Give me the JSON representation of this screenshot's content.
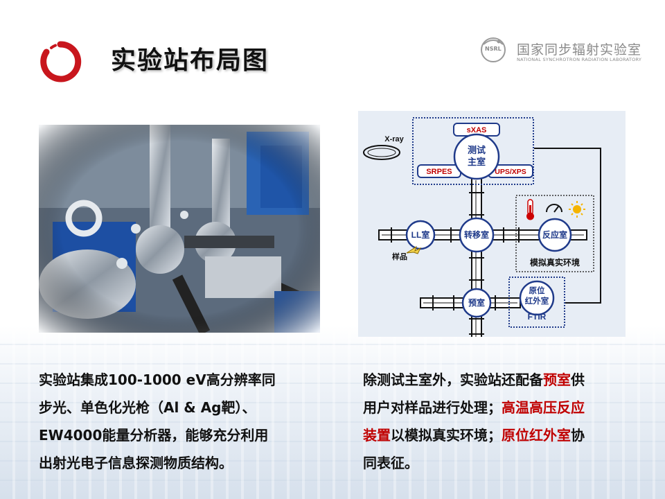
{
  "title": "实验站布局图",
  "lab": {
    "name_cn": "国家同步辐射实验室",
    "name_en": "NATIONAL SYNCHROTRON RADIATION LABORATORY",
    "abbr": "NSRL"
  },
  "diagram": {
    "xray": "X-ray",
    "main_chamber": "测试\n主室",
    "sxas": "sXAS",
    "srpes": "SRPES",
    "ups_xps": "UPS/XPS",
    "ll_chamber": "LL室",
    "sample": "样品",
    "transfer_chamber": "转移室",
    "reaction_chamber": "反应室",
    "simulated_env": "模拟真实环境",
    "pre_chamber": "预室",
    "in_situ_ir": "原位\n红外室",
    "ftir": "FTIR"
  },
  "left_text": [
    "实验站集成100-1000 eV高分辨率同",
    "步光、单色化光枪（Al & Ag靶）、",
    "EW4000能量分析器，能够充分利用",
    "出射光电子信息探测物质结构。"
  ],
  "right_text": {
    "l1a": "除测试主室外，实验站还配备",
    "l1b": "预室",
    "l1c": "供",
    "l2a": "用户对样品进行处理；",
    "l2b": "高温高压反应",
    "l3a": "装置",
    "l3b": "以模拟真实环境；",
    "l3c": "原位红外室",
    "l3d": "协",
    "l4": "同表征。"
  }
}
